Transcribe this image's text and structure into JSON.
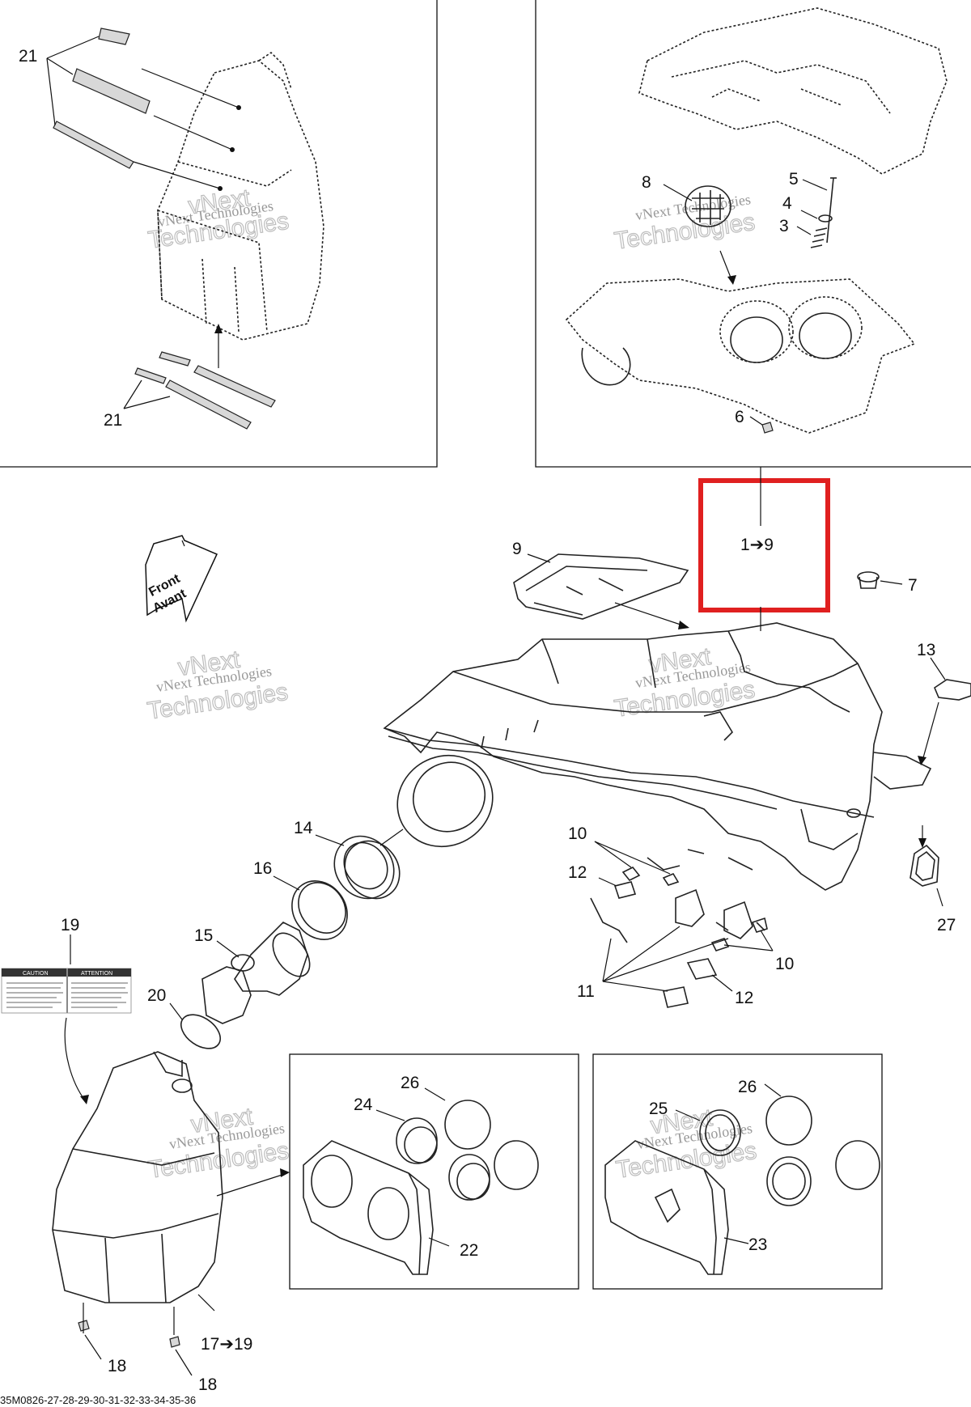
{
  "diagram": {
    "watermark_small": "vNext Technologies",
    "watermark_big": "Technologies",
    "watermark_top": "vNext",
    "front_label": "Front",
    "avant_label": "Avant",
    "footer_code": "35M0826-27-28-29-30-31-32-33-34-35-36",
    "highlight_label": "1➔9",
    "range_label_17_19": "17➔19",
    "caution_label": "CAUTION",
    "attention_label": "ATTENTION",
    "highlight_color": "#e02020",
    "callouts": {
      "c21a": "21",
      "c21b": "21",
      "c8": "8",
      "c5": "5",
      "c4": "4",
      "c3": "3",
      "c6": "6",
      "c9": "9",
      "c7": "7",
      "c13": "13",
      "c14": "14",
      "c16": "16",
      "c15": "15",
      "c19": "19",
      "c20": "20",
      "c10a": "10",
      "c10b": "10",
      "c12a": "12",
      "c12b": "12",
      "c11": "11",
      "c27": "27",
      "c26a": "26",
      "c26b": "26",
      "c24": "24",
      "c25": "25",
      "c22": "22",
      "c23": "23",
      "c18a": "18",
      "c18b": "18"
    }
  }
}
